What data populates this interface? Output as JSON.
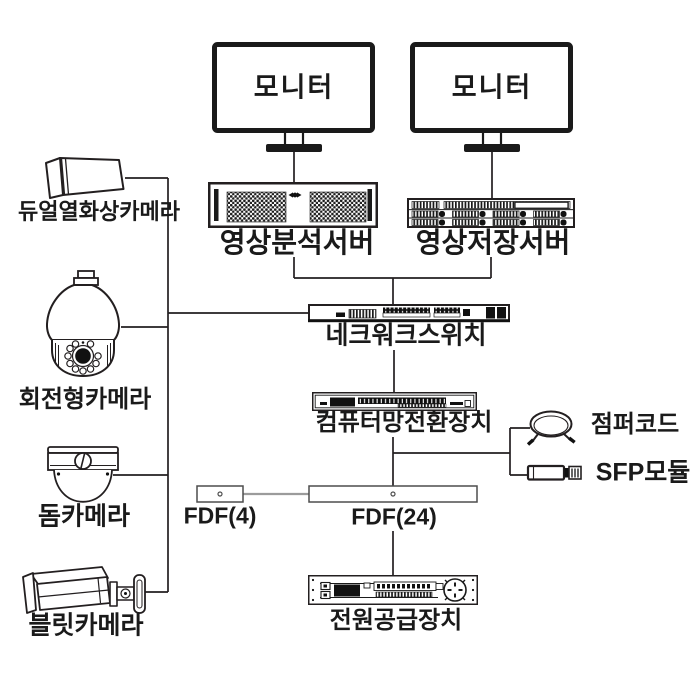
{
  "colors": {
    "ink": "#231f20",
    "text": "#1a1a1a",
    "gray_connector": "#9b9b9b",
    "background": "#ffffff"
  },
  "monitors": {
    "left": "모니터",
    "right": "모니터"
  },
  "servers": {
    "analysis": "영상분석서버",
    "storage": "영상저장서버"
  },
  "network": {
    "switch": "네크워크스위치",
    "converter": "컴퓨터망전환장치"
  },
  "accessories": {
    "jumper": "점퍼코드",
    "sfp": "SFP모듈"
  },
  "fdf": {
    "small": "FDF(4)",
    "large": "FDF(24)"
  },
  "power": {
    "supply": "전원공급장치"
  },
  "cameras": {
    "dual_thermal": "듀얼열화상카메라",
    "ptz": "회전형카메라",
    "dome": "돔카메라",
    "bullet": "블릿카메라"
  }
}
